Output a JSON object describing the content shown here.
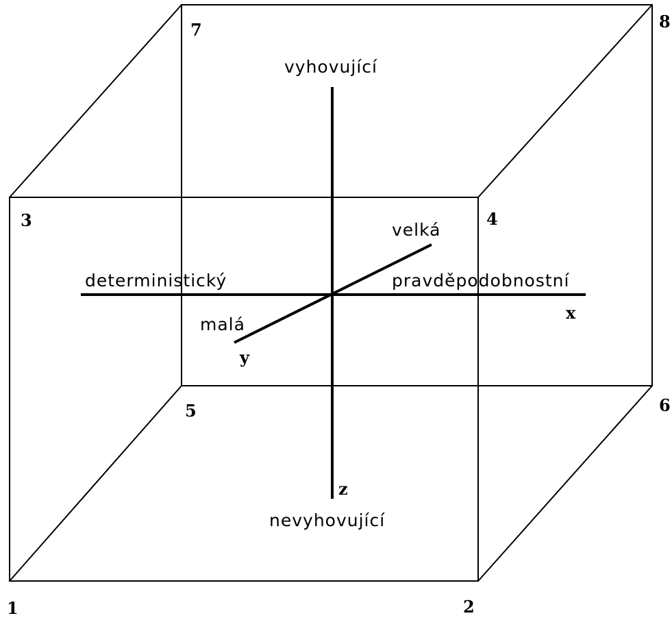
{
  "vertices": [
    "1",
    "2",
    "3",
    "4",
    "5",
    "6",
    "7",
    "8"
  ],
  "axes": {
    "x": {
      "name": "x",
      "negative_label": "deterministický",
      "positive_label": "pravděpodobnostní"
    },
    "y": {
      "name": "y",
      "negative_label": "malá",
      "positive_label": "velká"
    },
    "z": {
      "name": "z",
      "negative_label": "nevyhovující",
      "positive_label": "vyhovující"
    }
  },
  "colors": {
    "line": "#000000",
    "background": "#ffffff"
  }
}
